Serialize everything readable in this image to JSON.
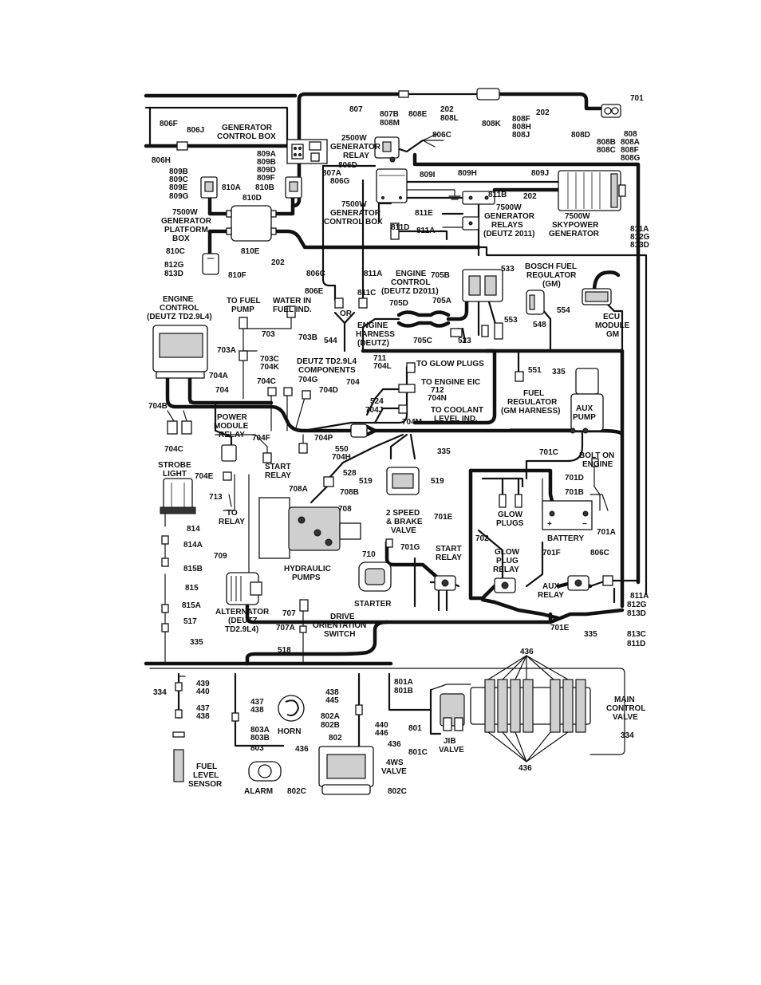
{
  "labels": {
    "l701": "701",
    "l807": "807",
    "l807B": "807B",
    "l808M": "808M",
    "l808E": "808E",
    "l202a": "202",
    "l808L": "808L",
    "l808K": "808K",
    "l808F": "808F",
    "l808H": "808H",
    "l808J": "808J",
    "l202b": "202",
    "l808D": "808D",
    "l808": "808",
    "l808A": "808A",
    "l808B": "808B",
    "l808C": "808C",
    "l808F2": "808F",
    "l808G": "808G",
    "l806F": "806F",
    "l806J": "806J",
    "gen_ctrl_box_1": "GENERATOR",
    "gen_ctrl_box_2": "CONTROL BOX",
    "l806H": "806H",
    "l806C_top": "806C",
    "relay2500_1": "2500W",
    "relay2500_2": "GENERATOR",
    "relay2500_3": "RELAY",
    "l806D": "806D",
    "l809A": "809A",
    "l809B": "809B",
    "l809D": "809D",
    "l809F": "809F",
    "l810B": "810B",
    "l807A": "807A",
    "l806G": "806G",
    "l809B_l": "809B",
    "l809C": "809C",
    "l809E": "809E",
    "l809G": "809G",
    "l810A": "810A",
    "l810D": "810D",
    "l809I": "809I",
    "l809H": "809H",
    "l809J": "809J",
    "l811B": "811B",
    "l202c": "202",
    "gcb7500_1": "7500W",
    "gcb7500_2": "GENERATOR",
    "gcb7500_3": "CONTROL BOX",
    "l811E": "811E",
    "relays7500_1": "7500W",
    "relays7500_2": "GENERATOR",
    "relays7500_3": "RELAYS",
    "relays7500_4": "(DEUTZ 2011)",
    "sky_1": "7500W",
    "sky_2": "SKYPOWER",
    "sky_3": "GENERATOR",
    "l811D_top": "811D",
    "l811A_top": "811A",
    "l811A_r": "811A",
    "l812G_r": "812G",
    "l813D_r": "813D",
    "plat_1": "7500W",
    "plat_2": "GENERATOR",
    "plat_3": "PLATFORM",
    "plat_4": "BOX",
    "l810C": "810C",
    "l810E": "810E",
    "l202d": "202",
    "l812G_l": "812G",
    "l813D_l": "813D",
    "l810F": "810F",
    "l806C_mid": "806C",
    "l806E": "806E",
    "l811A_mid": "811A",
    "l811C": "811C",
    "or_label": "OR",
    "ec_d2011_1": "ENGINE",
    "ec_d2011_2": "CONTROL",
    "ec_d2011_3": "(DEUTZ D2011)",
    "l705B": "705B",
    "l533": "533",
    "bosch_1": "BOSCH FUEL",
    "bosch_2": "REGULATOR",
    "bosch_3": "(GM)",
    "l554": "554",
    "l548": "548",
    "ecu_1": "ECU",
    "ecu_2": "MODULE",
    "ecu_3": "GM",
    "l705A": "705A",
    "l705D": "705D",
    "eh_1": "ENGINE",
    "eh_2": "HARNESS",
    "eh_3": "(DEUTZ)",
    "l705C": "705C",
    "l523": "523",
    "l553": "553",
    "ec_td_1": "ENGINE",
    "ec_td_2": "CONTROL",
    "ec_td_3": "(DEUTZ TD2.9L4)",
    "tfp_1": "TO FUEL",
    "tfp_2": "PUMP",
    "wif_1": "WATER IN",
    "wif_2": "FUEL IND.",
    "l544": "544",
    "l703": "703",
    "l703B": "703B",
    "l703A": "703A",
    "l703C": "703C",
    "l704K": "704K",
    "comp_1": "DEUTZ TD2.9L4",
    "comp_2": "COMPONENTS",
    "l711": "711",
    "l704L": "704L",
    "glow_to": "TO GLOW PLUGS",
    "l551": "551",
    "l335_a": "335",
    "l704A": "704A",
    "l704C_top": "704C",
    "l704G": "704G",
    "l704_b": "704",
    "l704D": "704D",
    "eic_to": "TO ENGINE EIC",
    "l712": "712",
    "l704N": "704N",
    "fr_1": "FUEL",
    "fr_2": "REGULATOR",
    "fr_3": "(GM HARNESS)",
    "l704": "704",
    "l524": "524",
    "l704J": "704J",
    "cool_1": "TO COOLANT",
    "cool_2": "LEVEL IND.",
    "aux_1": "AUX",
    "aux_2": "PUMP",
    "l704B": "704B",
    "pmr_1": "POWER",
    "pmr_2": "MODULE",
    "pmr_3": "RELAY",
    "l704M": "704M",
    "l704F": "704F",
    "l704P": "704P",
    "l550": "550",
    "l704H": "704H",
    "l335_b": "335",
    "l701C": "701C",
    "bolt_1": "BOLT ON",
    "bolt_2": "ENGINE",
    "l704C_low": "704C",
    "sr_1": "START",
    "sr_2": "RELAY",
    "strobe_1": "STROBE",
    "strobe_2": "LIGHT",
    "l704E": "704E",
    "l528": "528",
    "l519a": "519",
    "l519b": "519",
    "l708B": "708B",
    "l701D": "701D",
    "l701B": "701B",
    "l708A": "708A",
    "l713": "713",
    "tor_1": "TO",
    "tor_2": "RELAY",
    "l708": "708",
    "sbv_1": "2 SPEED",
    "sbv_2": "& BRAKE",
    "sbv_3": "VALVE",
    "gp_1": "GLOW",
    "gp_2": "PLUGS",
    "battery": "BATTERY",
    "plus": "+",
    "minus": "−",
    "l701E_a": "701E",
    "l702": "702",
    "l701A": "701A",
    "l814": "814",
    "l814A": "814A",
    "l709": "709",
    "l710": "710",
    "l701G": "701G",
    "sr2_1": "START",
    "sr2_2": "RELAY",
    "gpr_1": "GLOW",
    "gpr_2": "PLUG",
    "gpr_3": "RELAY",
    "l701F": "701F",
    "l806C_r": "806C",
    "l815B": "815B",
    "hp_1": "HYDRAULIC",
    "hp_2": "PUMPS",
    "l815": "815",
    "auxr_1": "AUX",
    "auxr_2": "RELAY",
    "starter": "STARTER",
    "l811A_b": "811A",
    "l812G_b": "812G",
    "l813D_b": "813D",
    "l815A": "815A",
    "alt_1": "ALTERNATOR",
    "alt_2": "(DEUTZ",
    "alt_3": "TD2.9L4)",
    "l707": "707",
    "dos_1": "DRIVE",
    "dos_2": "ORIENTATION",
    "dos_3": "SWITCH",
    "l707A": "707A",
    "l517": "517",
    "l701E_b": "701E",
    "l335_c": "335",
    "l813C": "813C",
    "l811D_b": "811D",
    "l335_d": "335",
    "l518": "518",
    "l436_top": "436",
    "l334_l": "334",
    "l439": "439",
    "l440_l": "440",
    "l437_a": "437",
    "l438_a": "438",
    "l437_b": "437",
    "l438_b": "438",
    "l438_c": "438",
    "l445": "445",
    "l801A": "801A",
    "l801B": "801B",
    "mcv_1": "MAIN",
    "mcv_2": "CONTROL",
    "mcv_3": "VALVE",
    "l334_r": "334",
    "horn": "HORN",
    "l803A": "803A",
    "l803B": "803B",
    "l803": "803",
    "l802A": "802A",
    "l802B": "802B",
    "l440_r": "440",
    "l446": "446",
    "l801": "801",
    "l802": "802",
    "l436_a": "436",
    "l436_b": "436",
    "fws_1": "4WS",
    "fws_2": "VALVE",
    "jib_1": "JIB",
    "jib_2": "VALVE",
    "l801C": "801C",
    "l436_bot": "436",
    "fls_1": "FUEL",
    "fls_2": "LEVEL",
    "fls_3": "SENSOR",
    "alarm": "ALARM",
    "l802C_l": "802C",
    "l802C_r": "802C"
  }
}
